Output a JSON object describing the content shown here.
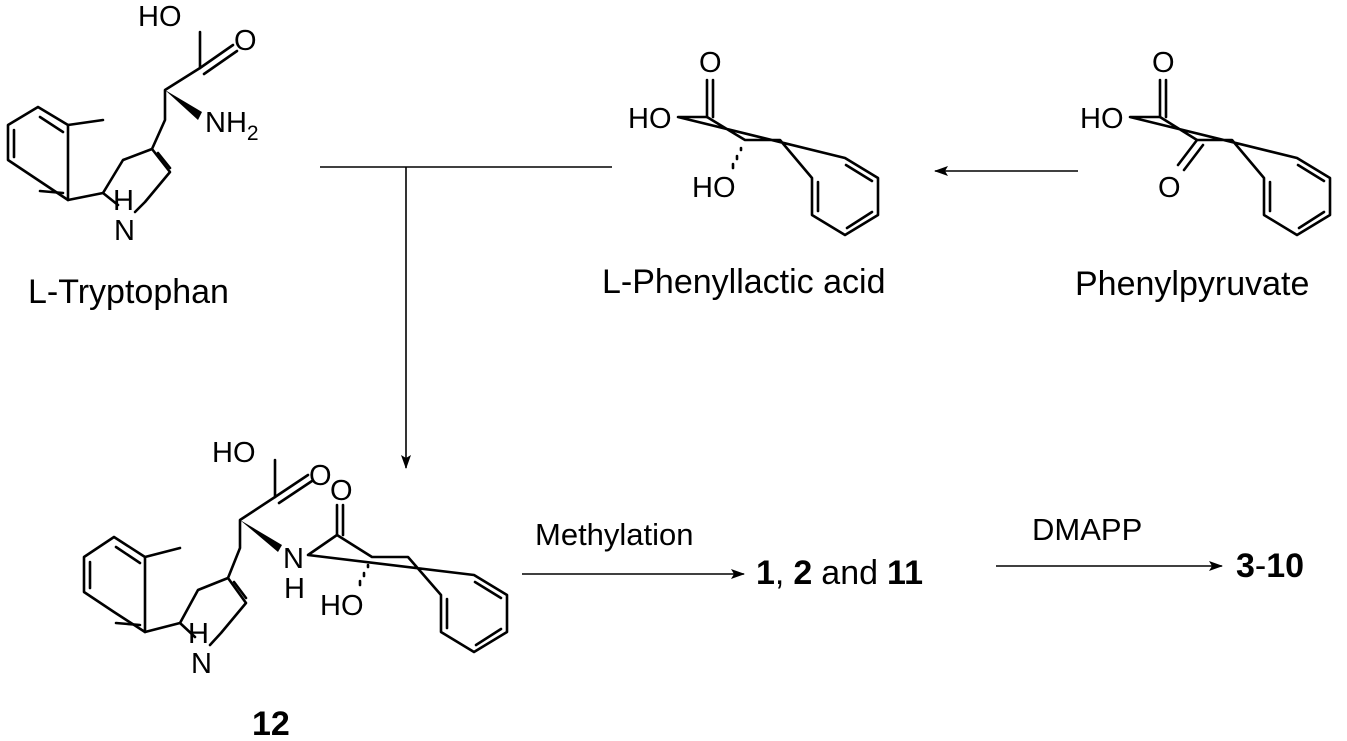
{
  "compounds": {
    "tryptophan": {
      "name": "L-Tryptophan",
      "ho": "HO",
      "o": "O",
      "nh": "NH",
      "nh_sub": "2",
      "h": "H",
      "n": "N"
    },
    "phenyllactic": {
      "name": "L-Phenyllactic acid",
      "ho": "HO",
      "o": "O",
      "ho2": "HO"
    },
    "phenylpyruvate": {
      "name": "Phenylpyruvate",
      "ho": "HO",
      "o": "O",
      "o2": "O"
    },
    "c12": {
      "label": "12",
      "ho": "HO",
      "o": "O",
      "o2": "O",
      "n_amide": "N",
      "h_amide": "H",
      "ho2": "HO",
      "n": "N",
      "h": "H"
    }
  },
  "steps": {
    "methylation": {
      "label": "Methylation",
      "p1": "1",
      "comma": ",",
      "p2": "2",
      "and": "and",
      "p3": "11"
    },
    "dmapp": {
      "label": "DMAPP",
      "p1": "3",
      "dash": "-",
      "p2": "10"
    }
  }
}
